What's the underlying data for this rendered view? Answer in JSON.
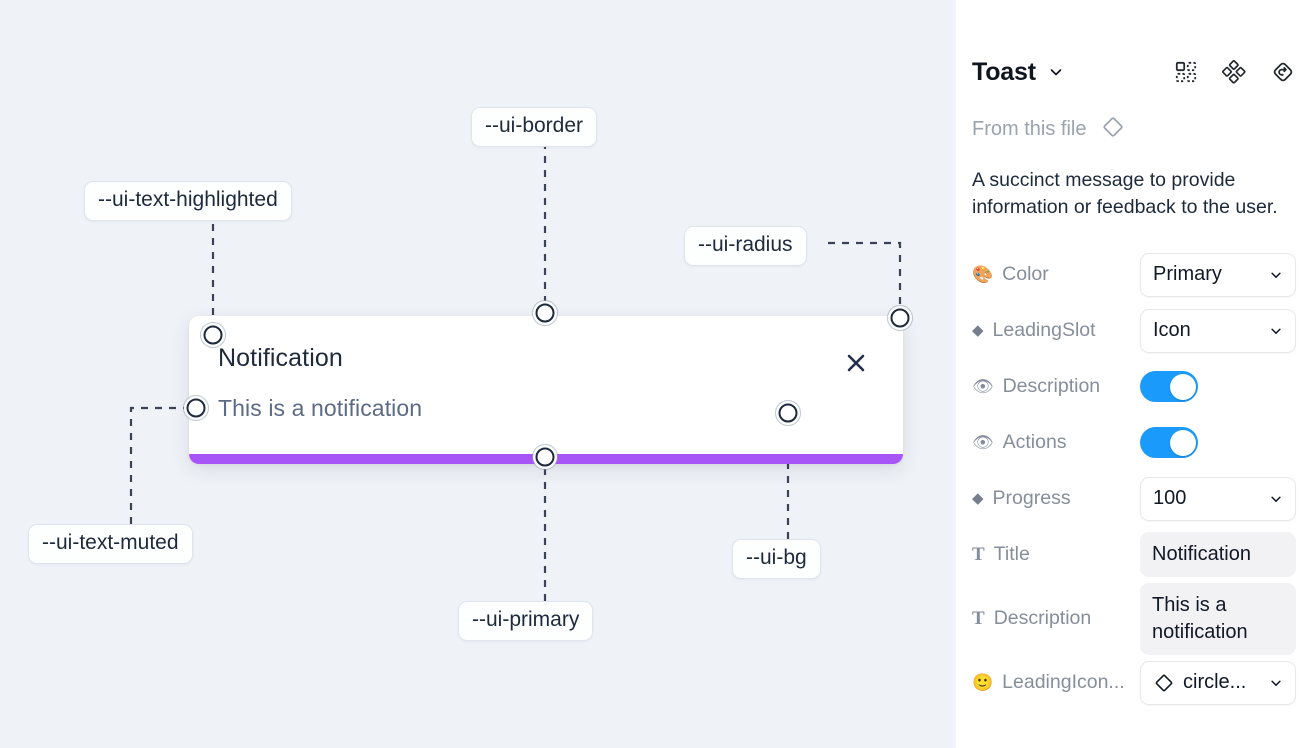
{
  "canvas": {
    "background_color": "#eff2f7",
    "toast": {
      "title": "Notification",
      "description": "This is a notification",
      "close_icon": "close-icon",
      "progress_color": "#a855f7",
      "background_color": "#ffffff"
    },
    "tokens": [
      {
        "id": "ui-text-highlighted",
        "label": "--ui-text-highlighted"
      },
      {
        "id": "ui-border",
        "label": "--ui-border"
      },
      {
        "id": "ui-radius",
        "label": "--ui-radius"
      },
      {
        "id": "ui-text-muted",
        "label": "--ui-text-muted"
      },
      {
        "id": "ui-primary",
        "label": "--ui-primary"
      },
      {
        "id": "ui-bg",
        "label": "--ui-bg"
      }
    ]
  },
  "panel": {
    "title": "Toast",
    "title_chevron_icon": "chevron-down-icon",
    "header_icons": [
      {
        "name": "component-set-icon"
      },
      {
        "name": "variants-cluster-icon"
      },
      {
        "name": "reset-instance-icon"
      }
    ],
    "from_file": {
      "label": "From this file",
      "icon": "diamond-icon"
    },
    "description": "A succinct message to provide information or feedback to the user.",
    "accent_color": "#1a9bfc",
    "properties": [
      {
        "icon": "palette-emoji",
        "icon_glyph": "🎨",
        "icon_kind": "emoji",
        "label": "Color",
        "control": "select",
        "value": "Primary"
      },
      {
        "icon": "diamond-icon",
        "icon_glyph": "◆",
        "icon_kind": "diamond",
        "label": "LeadingSlot",
        "control": "select",
        "value": "Icon"
      },
      {
        "icon": "eye-emoji",
        "icon_glyph": "👁",
        "icon_kind": "emoji",
        "label": "Description",
        "control": "toggle",
        "value": "on"
      },
      {
        "icon": "eye-emoji",
        "icon_glyph": "👁",
        "icon_kind": "emoji",
        "label": "Actions",
        "control": "toggle",
        "value": "on"
      },
      {
        "icon": "diamond-icon",
        "icon_glyph": "◆",
        "icon_kind": "diamond",
        "label": "Progress",
        "control": "select",
        "value": "100"
      },
      {
        "icon": "text-icon",
        "icon_glyph": "T",
        "icon_kind": "tglyph",
        "label": "Title",
        "control": "textfield",
        "value": "Notification"
      },
      {
        "icon": "text-icon",
        "icon_glyph": "T",
        "icon_kind": "tglyph",
        "label": "Description",
        "control": "textfield",
        "value": "This is a notification"
      },
      {
        "icon": "smiley-emoji",
        "icon_glyph": "🙂",
        "icon_kind": "emoji",
        "label": "LeadingIcon...",
        "control": "select-icon",
        "value": "circle..."
      }
    ]
  }
}
